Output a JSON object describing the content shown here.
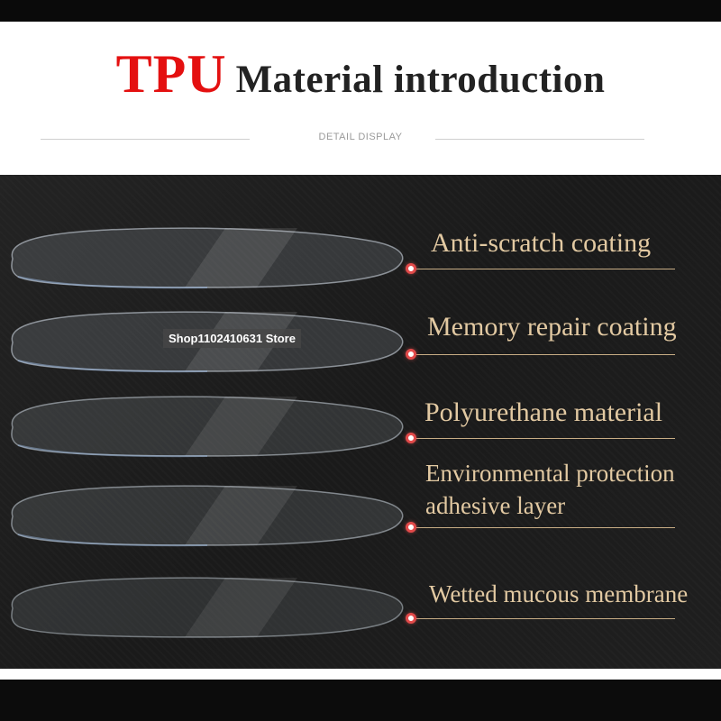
{
  "header": {
    "title_accent": "TPU",
    "title_rest": "Material introduction",
    "subtitle": "DETAIL DISPLAY"
  },
  "layers": [
    {
      "label_lines": [
        "Anti-scratch coating"
      ]
    },
    {
      "label_lines": [
        "Memory repair coating"
      ]
    },
    {
      "label_lines": [
        "Polyurethane material"
      ]
    },
    {
      "label_lines": [
        "Environmental protection",
        "adhesive layer"
      ]
    },
    {
      "label_lines": [
        "Wetted mucous membrane"
      ]
    }
  ],
  "watermark": "Shop1102410631 Store",
  "colors": {
    "title_accent": "#e41010",
    "title_text": "#222222",
    "label_text": "#e2c9a2",
    "leader_line": "#c8ad85",
    "dot_ring": "#e24a4a"
  }
}
